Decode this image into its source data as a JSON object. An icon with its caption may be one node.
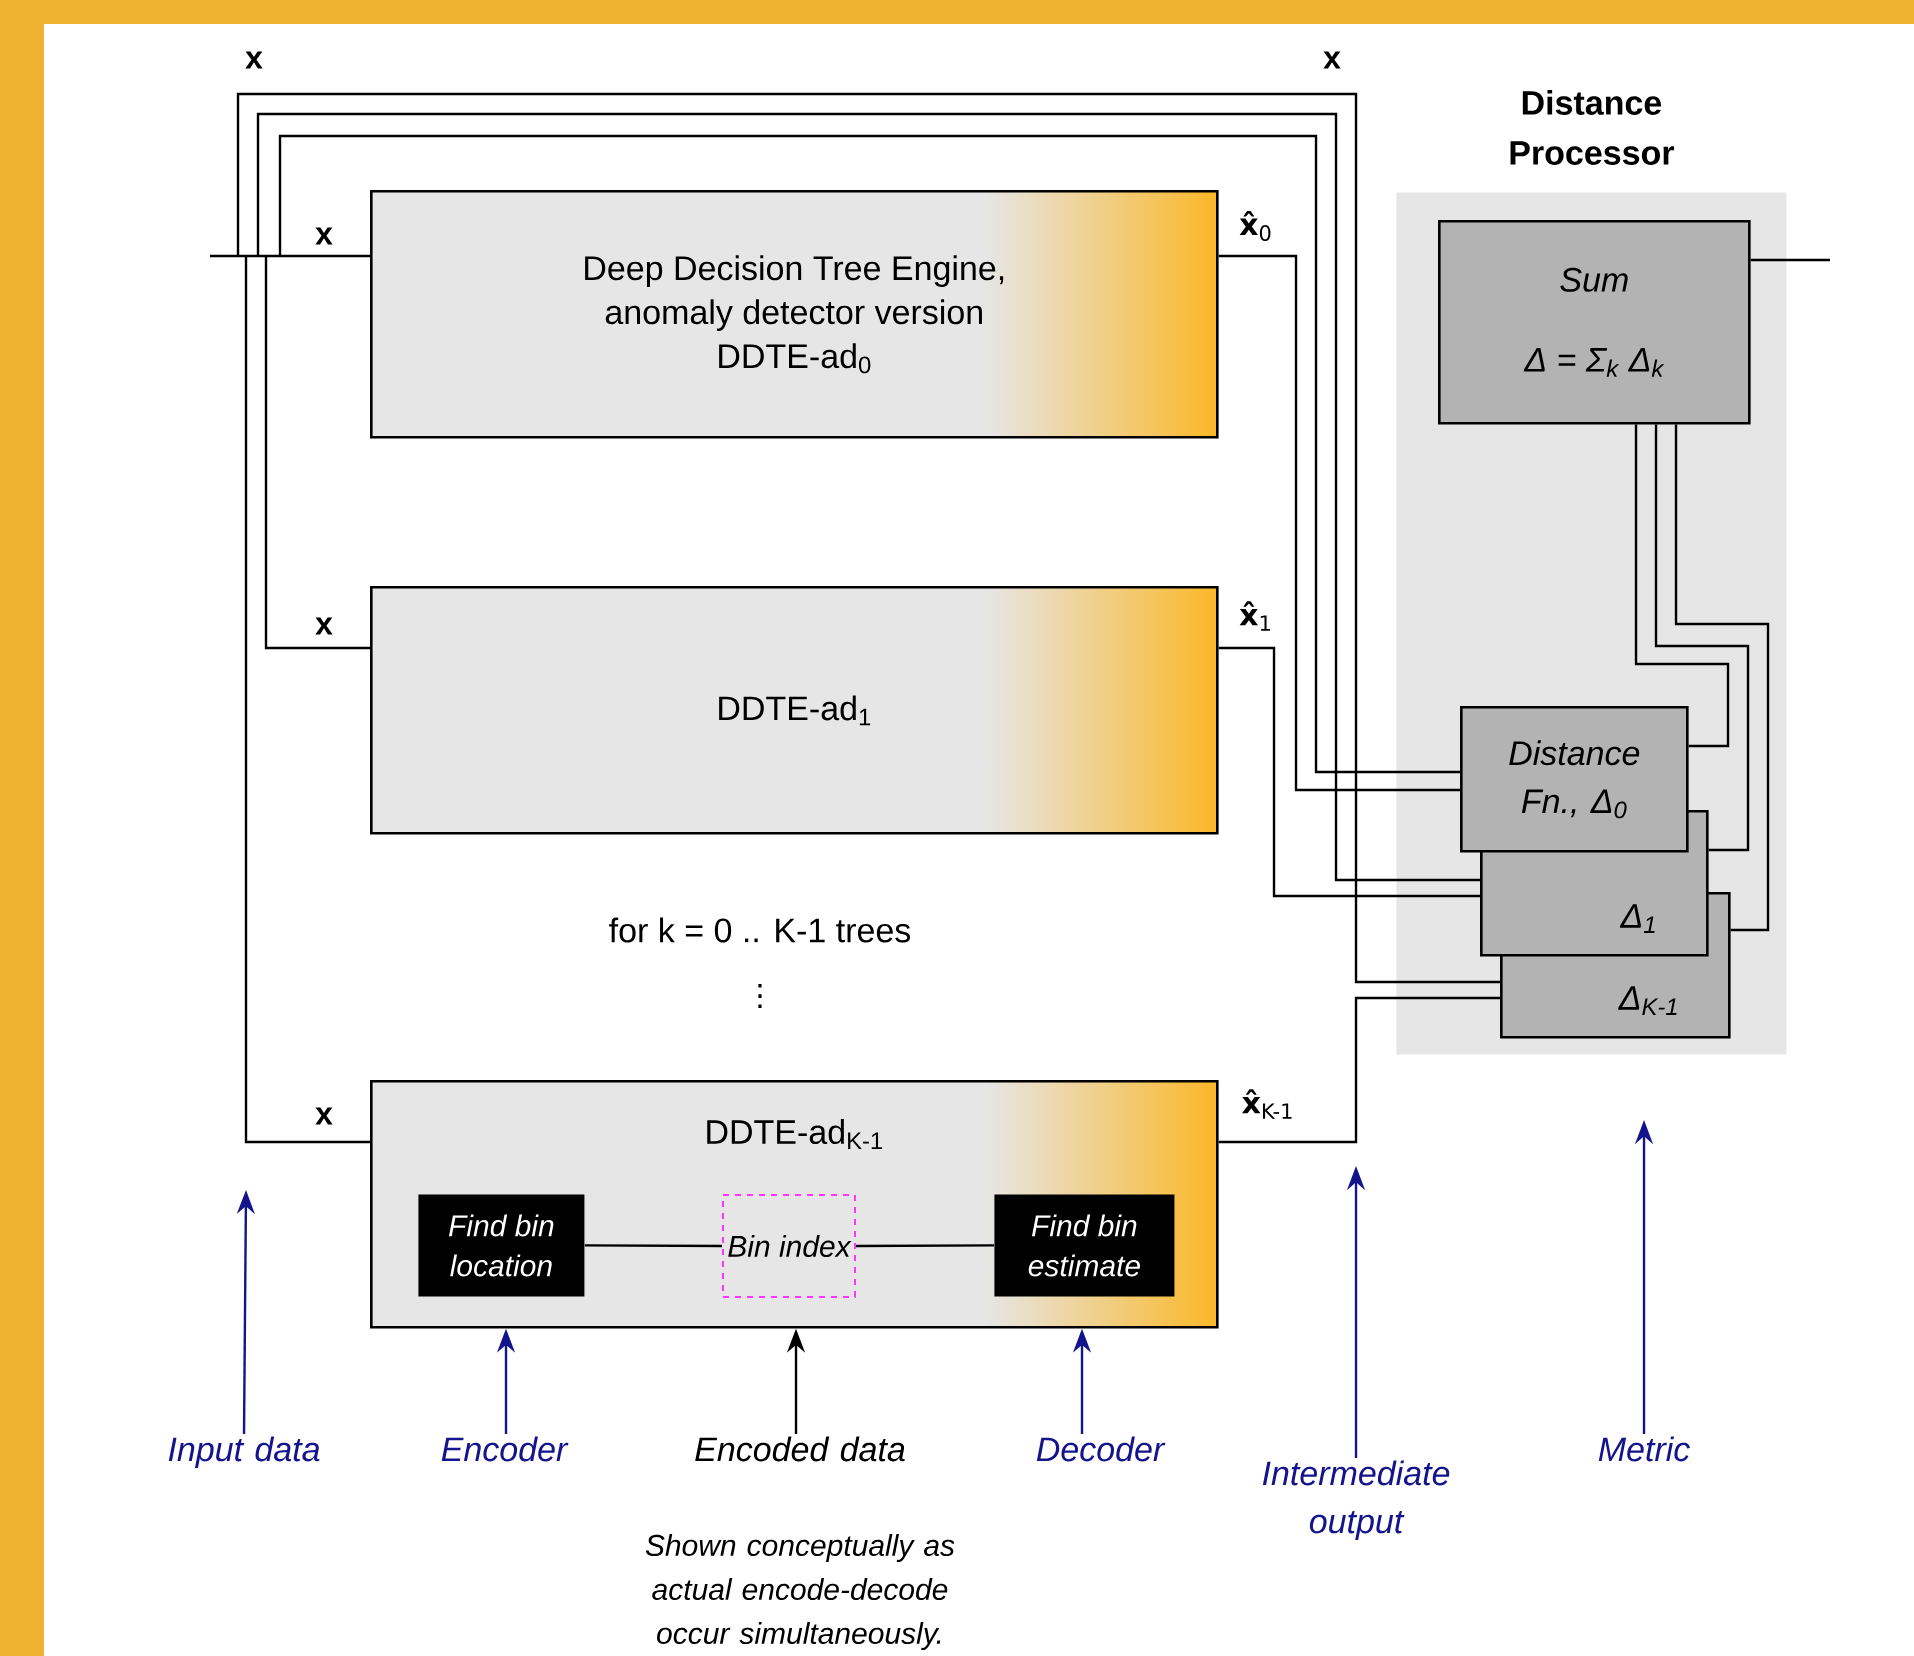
{
  "diagram": {
    "nodes": [
      {
        "text": [
          "Deep Decision Tree Engine, anomaly detector version DDTE-ad$_{0}$"
        ]
      },
      {
        "text": [
          "DDTE-ad$_{1}$"
        ]
      },
      {
        "text": [
          "DDTE-ad$_{K-1}$"
        ]
      },
      {
        "text": [
          "Find bin location"
        ],
        "in": 2
      },
      {
        "text": [
          "Bin index"
        ],
        "in": 2
      },
      {
        "text": [
          "Find bin estimate"
        ],
        "in": 2
      },
      {
        "text": [
          "Distance Processor"
        ]
      },
      {
        "text": [
          "Sum",
          "Δ = Σ$_{k}$ Δ$_{k}$"
        ],
        "in": 6
      },
      {
        "text": [
          "Distance Fn., Δ$_{0}$"
        ],
        "in": 6
      },
      {
        "text": [
          "Δ$_{1}$"
        ],
        "in": 6
      },
      {
        "text": [
          "Δ$_{K-1}$"
        ],
        "in": 6
      },
      {
        "text": [
          "Input data"
        ]
      },
      {
        "text": [
          "Encoder"
        ]
      },
      {
        "text": [
          "Encoded data"
        ]
      },
      {
        "text": [
          "Decoder"
        ]
      },
      {
        "text": [
          "Intermediate output"
        ]
      },
      {
        "text": [
          "Metric"
        ]
      }
    ],
    "edges": [
      {
        "from": null,
        "to": 0,
        "arrow": "none"
      },
      {
        "from": null,
        "to": 1,
        "arrow": "none"
      },
      {
        "from": null,
        "to": 2,
        "arrow": "none"
      },
      {
        "from": null,
        "to": 8,
        "arrow": "none"
      },
      {
        "from": null,
        "to": 9,
        "arrow": "none"
      },
      {
        "from": null,
        "to": 10,
        "arrow": "none"
      },
      {
        "from": 0,
        "to": 8,
        "arrow": "none"
      },
      {
        "from": 1,
        "to": 9,
        "arrow": "none"
      },
      {
        "from": 2,
        "to": 10,
        "arrow": "none"
      },
      {
        "from": 8,
        "to": 7,
        "arrow": "none"
      },
      {
        "from": 9,
        "to": 7,
        "arrow": "none"
      },
      {
        "from": 10,
        "to": 7,
        "arrow": "none"
      },
      {
        "from": 7,
        "to": null,
        "arrow": "none"
      },
      {
        "from": 3,
        "to": 4,
        "arrow": "none"
      },
      {
        "from": 4,
        "to": 5,
        "arrow": "none"
      },
      {
        "from": 11,
        "to": null,
        "arrow": "to",
        "color": "#14148c"
      },
      {
        "from": 12,
        "to": 2,
        "arrow": "to",
        "color": "#14148c"
      },
      {
        "from": 13,
        "to": 2,
        "arrow": "to"
      },
      {
        "from": 14,
        "to": 2,
        "arrow": "to",
        "color": "#14148c"
      },
      {
        "from": 15,
        "to": null,
        "arrow": "to",
        "color": "#14148c"
      },
      {
        "from": 16,
        "to": null,
        "arrow": "to",
        "color": "#14148c"
      }
    ],
    "labels": [
      "x",
      "x",
      "x",
      "**x̂**$_{0}$",
      "x",
      "**x̂**$_{1}$",
      "for k = 0 .. K-1 trees",
      "⋮",
      "x",
      "**x̂**$_{K-1}$",
      "Shown conceptually as actual encode-decode occur simultaneously."
    ]
  }
}
